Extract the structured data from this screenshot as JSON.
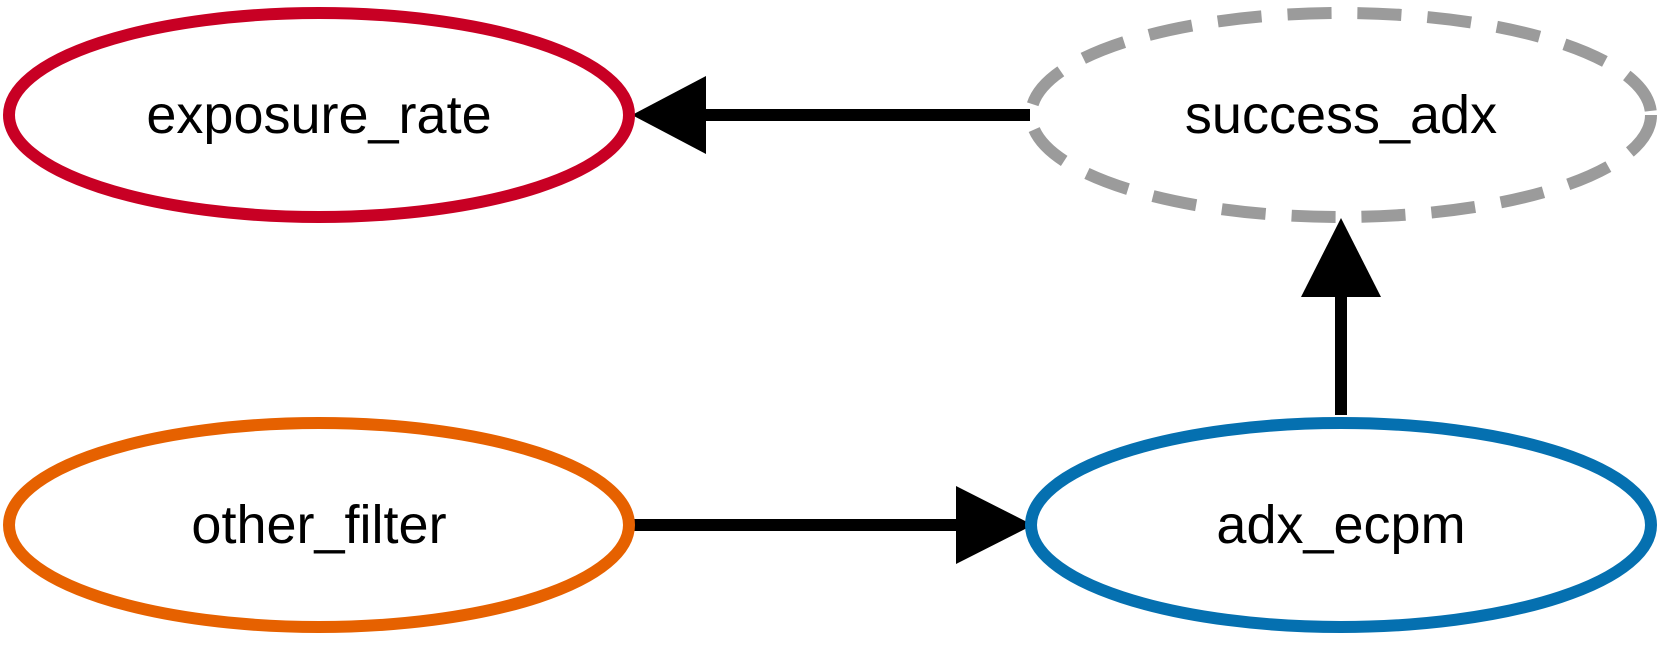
{
  "nodes": {
    "exposure_rate": {
      "label": "exposure_rate",
      "stroke": "#c80024",
      "style": "solid"
    },
    "success_adx": {
      "label": "success_adx",
      "stroke": "#9b9b9b",
      "style": "dashed"
    },
    "other_filter": {
      "label": "other_filter",
      "stroke": "#e66100",
      "style": "solid"
    },
    "adx_ecpm": {
      "label": "adx_ecpm",
      "stroke": "#0570b0",
      "style": "solid"
    }
  },
  "edges": [
    {
      "from": "success_adx",
      "to": "exposure_rate"
    },
    {
      "from": "adx_ecpm",
      "to": "success_adx"
    },
    {
      "from": "other_filter",
      "to": "adx_ecpm"
    }
  ],
  "edge_color": "#000000"
}
